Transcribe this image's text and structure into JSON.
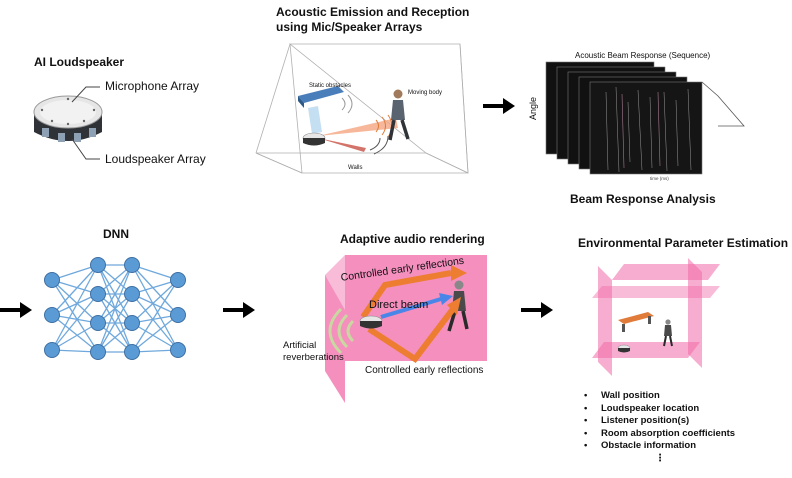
{
  "loudspeaker": {
    "title": "AI Loudspeaker",
    "mic_label": "Microphone Array",
    "speaker_label": "Loudspeaker Array"
  },
  "acoustic": {
    "title_line1": "Acoustic Emission and Reception",
    "title_line2": "using Mic/Speaker Arrays",
    "static_obstacles": "Static obstacles",
    "moving_body": "Moving body",
    "walls": "Walls"
  },
  "beam": {
    "chart_title": "Acoustic Beam Response (Sequence)",
    "y_label": "Angle",
    "x_label": "time (ms)",
    "analysis_title": "Beam Response Analysis"
  },
  "dnn": {
    "title": "DNN"
  },
  "rendering": {
    "title": "Adaptive audio rendering",
    "controlled_top": "Controlled early reflections",
    "direct_beam": "Direct beam",
    "artificial_line1": "Artificial",
    "artificial_line2": "reverberations",
    "controlled_bottom": "Controlled early reflections"
  },
  "estimation": {
    "title": "Environmental Parameter Estimation",
    "items": [
      "Wall position",
      "Loudspeaker location",
      "Listener position(s)",
      "Room absorption coefficients",
      "Obstacle information"
    ],
    "more": "⋮"
  },
  "colors": {
    "pink_plane": "#f06aa8",
    "dnn_node": "#5b9bd5",
    "dnn_edge": "#6fa8dc",
    "orange_arrow": "#ed7d31",
    "blue_beam": "#4a86e8",
    "obstacle_bar": "#4a7ebb",
    "bench_orange": "#e07b39"
  }
}
